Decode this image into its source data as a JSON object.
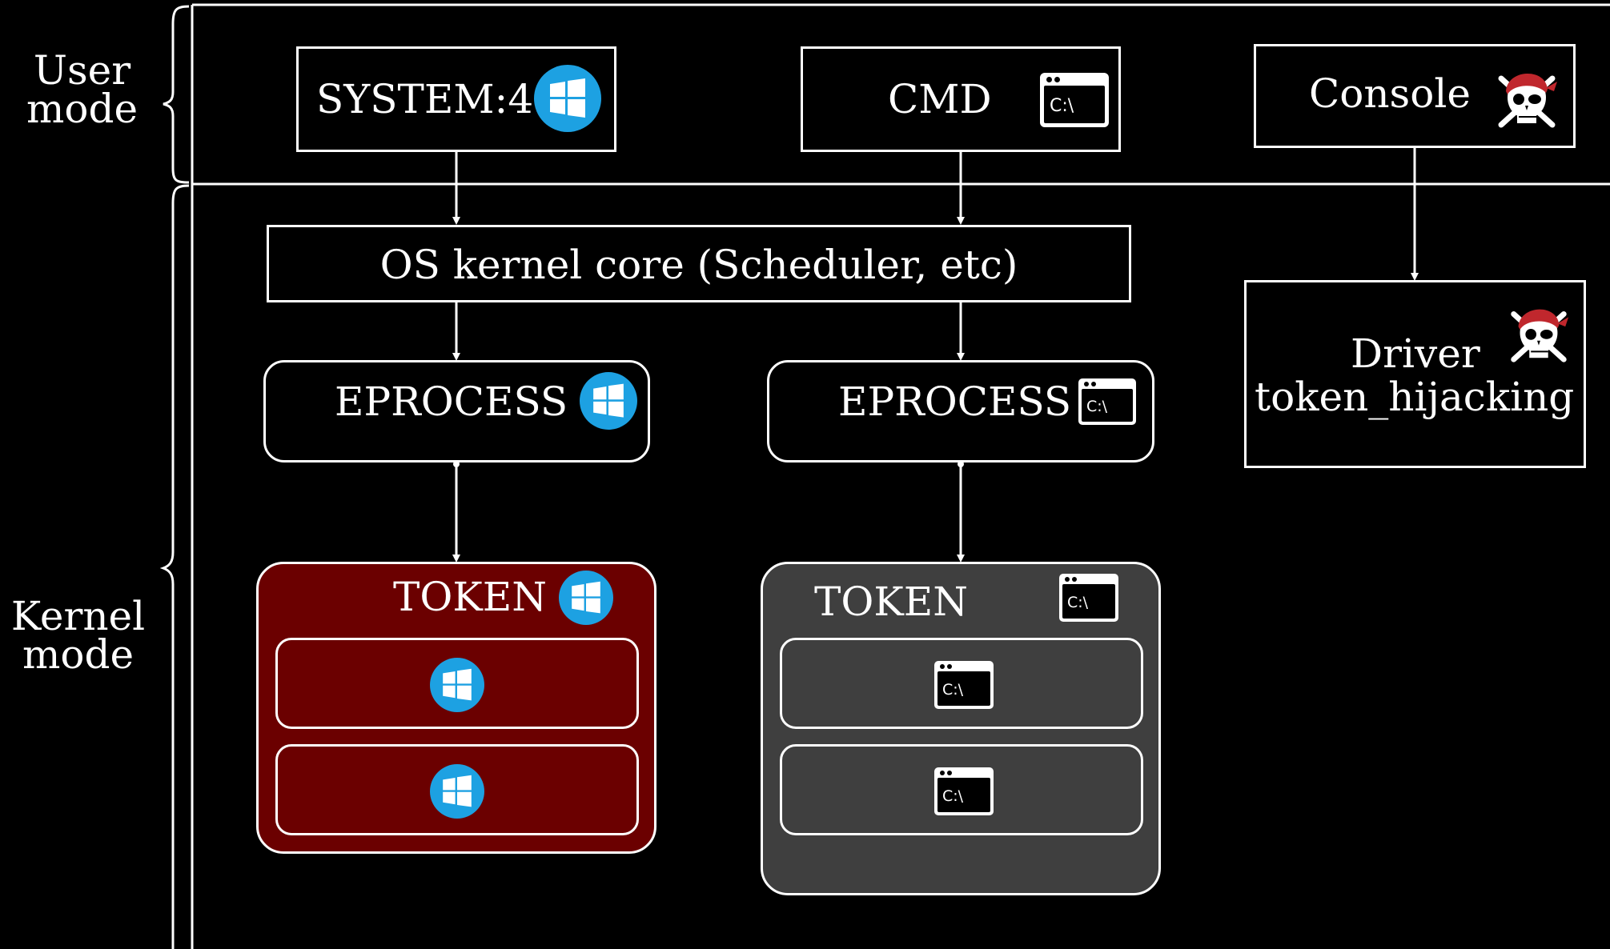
{
  "modes": {
    "user": [
      "User",
      "mode"
    ],
    "kernel": [
      "Kernel",
      "mode"
    ]
  },
  "user_processes": {
    "system": "SYSTEM:4",
    "cmd": "CMD",
    "console": "Console"
  },
  "kernel": {
    "core": "OS kernel core (Scheduler, etc)",
    "eprocess_system": "EPROCESS",
    "eprocess_cmd": "EPROCESS",
    "token_system": "TOKEN",
    "token_cmd": "TOKEN",
    "driver": [
      "Driver",
      "token_hijacking"
    ]
  },
  "icons": {
    "windows_label": "windows-logo-icon",
    "cmd_label": "C:\\",
    "pirate_label": "pirate-skull-icon"
  },
  "colors": {
    "background": "#000000",
    "line": "#ffffff",
    "windows_blue": "#1da1e2",
    "token_system_fill": "#6b0000",
    "token_cmd_fill": "#3f3f3f",
    "pirate_red": "#c0272d"
  }
}
